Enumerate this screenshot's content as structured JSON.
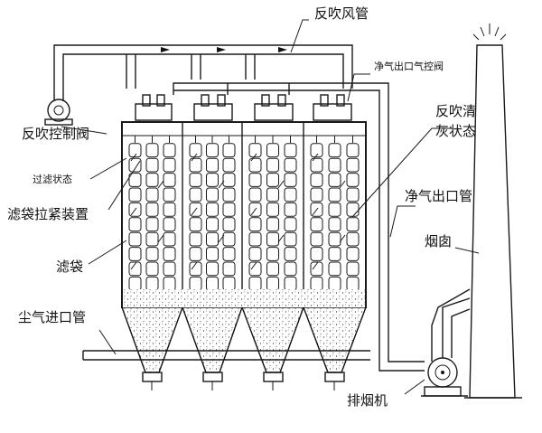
{
  "labels": {
    "reverse_blow_pipe": "反吹风管",
    "clean_gas_outlet_valve": "净气出口气控阀",
    "reverse_blow_control_valve": "反吹控制阀",
    "reverse_blow_cleaning_state": "反吹清灰状态",
    "filtering_state": "过滤状态",
    "bag_tensioning_device": "滤袋拉紧装置",
    "clean_gas_outlet_pipe": "净气出口管",
    "filter_bag": "滤袋",
    "chimney": "烟囱",
    "dust_gas_inlet_pipe": "尘气进口管",
    "exhaust_fan": "排烟机"
  },
  "diagram": {
    "chambers": 4,
    "bag_columns_per_chamber": 3,
    "bag_segments_per_column": 10
  }
}
